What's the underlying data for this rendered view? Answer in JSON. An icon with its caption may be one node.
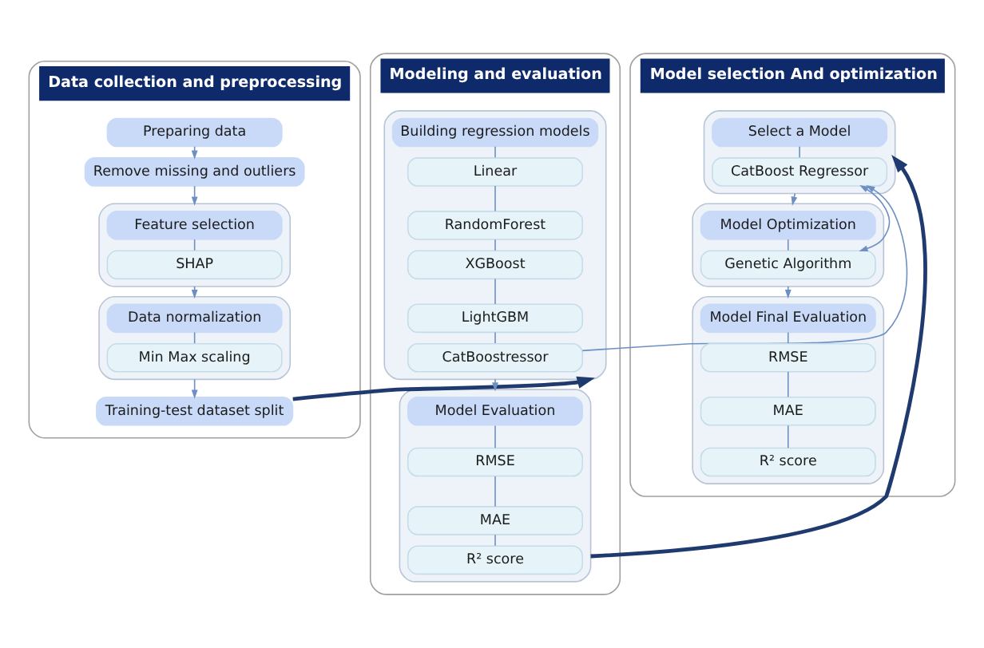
{
  "diagram": {
    "nodes": [
      {
        "text": [
          "Data collection and preprocessing"
        ]
      },
      {
        "text": [
          "Preparing data"
        ],
        "in": 0
      },
      {
        "text": [
          "Remove missing and outliers"
        ],
        "in": 0
      },
      {
        "text": [],
        "shape": "box",
        "in": 0
      },
      {
        "text": [
          "Feature selection"
        ],
        "in": 3
      },
      {
        "text": [
          "SHAP"
        ],
        "in": 3
      },
      {
        "text": [],
        "shape": "box",
        "in": 0
      },
      {
        "text": [
          "Data normalization"
        ],
        "in": 6
      },
      {
        "text": [
          "Min Max scaling"
        ],
        "in": 6
      },
      {
        "text": [
          "Training-test dataset split"
        ],
        "in": 0
      },
      {
        "text": [
          "Modeling and evaluation"
        ]
      },
      {
        "text": [],
        "shape": "box",
        "in": 10
      },
      {
        "text": [
          "Building regression models"
        ],
        "in": 11
      },
      {
        "text": [
          "Linear"
        ],
        "in": 11
      },
      {
        "text": [
          "RandomForest"
        ],
        "in": 11
      },
      {
        "text": [
          "XGBoost"
        ],
        "in": 11
      },
      {
        "text": [
          "LightGBM"
        ],
        "in": 11
      },
      {
        "text": [
          "CatBoostressor"
        ],
        "in": 11
      },
      {
        "text": [],
        "shape": "box",
        "in": 10
      },
      {
        "text": [
          "Model Evaluation"
        ],
        "in": 18
      },
      {
        "text": [
          "RMSE"
        ],
        "in": 18
      },
      {
        "text": [
          "MAE"
        ],
        "in": 18
      },
      {
        "text": [
          "R² score"
        ],
        "in": 18
      },
      {
        "text": [
          "Model selection And optimization"
        ]
      },
      {
        "text": [],
        "shape": "box",
        "in": 23
      },
      {
        "text": [
          "Select a Model"
        ],
        "in": 24
      },
      {
        "text": [
          "CatBoost Regressor"
        ],
        "in": 24
      },
      {
        "text": [],
        "shape": "box",
        "in": 23
      },
      {
        "text": [
          "Model Optimization"
        ],
        "in": 27
      },
      {
        "text": [
          "Genetic Algorithm"
        ],
        "in": 27
      },
      {
        "text": [],
        "shape": "box",
        "in": 23
      },
      {
        "text": [
          "Model Final Evaluation"
        ],
        "in": 30
      },
      {
        "text": [
          "RMSE"
        ],
        "in": 30
      },
      {
        "text": [
          "MAE"
        ],
        "in": 30
      },
      {
        "text": [
          "R² score"
        ],
        "in": 30
      }
    ],
    "edges": [
      {
        "from": 1,
        "to": 2,
        "arrow": "to"
      },
      {
        "from": 2,
        "to": 3,
        "arrow": "to"
      },
      {
        "from": 4,
        "to": 5,
        "arrow": "none"
      },
      {
        "from": 3,
        "to": 6,
        "arrow": "to"
      },
      {
        "from": 7,
        "to": 8,
        "arrow": "none"
      },
      {
        "from": 6,
        "to": 9,
        "arrow": "to"
      },
      {
        "from": 9,
        "to": 11,
        "arrow": "to",
        "style": "thick",
        "color": "#1f3a6e"
      },
      {
        "from": 12,
        "to": 13,
        "arrow": "none"
      },
      {
        "from": 13,
        "to": 14,
        "arrow": "none"
      },
      {
        "from": 14,
        "to": 15,
        "arrow": "none"
      },
      {
        "from": 15,
        "to": 16,
        "arrow": "none"
      },
      {
        "from": 16,
        "to": 17,
        "arrow": "none"
      },
      {
        "from": 11,
        "to": 18,
        "arrow": "to"
      },
      {
        "from": 19,
        "to": 20,
        "arrow": "none"
      },
      {
        "from": 20,
        "to": 21,
        "arrow": "none"
      },
      {
        "from": 21,
        "to": 22,
        "arrow": "none"
      },
      {
        "from": 18,
        "to": 24,
        "arrow": "to",
        "style": "thick",
        "color": "#1f3a6e"
      },
      {
        "from": 17,
        "to": 26,
        "arrow": "to"
      },
      {
        "from": 25,
        "to": 26,
        "arrow": "none"
      },
      {
        "from": 24,
        "to": 27,
        "arrow": "to"
      },
      {
        "from": 28,
        "to": 29,
        "arrow": "none"
      },
      {
        "from": 29,
        "to": 26,
        "arrow": "both"
      },
      {
        "from": 27,
        "to": 30,
        "arrow": "to"
      },
      {
        "from": 31,
        "to": 32,
        "arrow": "none"
      },
      {
        "from": 32,
        "to": 33,
        "arrow": "none"
      },
      {
        "from": 33,
        "to": 34,
        "arrow": "none"
      }
    ]
  }
}
